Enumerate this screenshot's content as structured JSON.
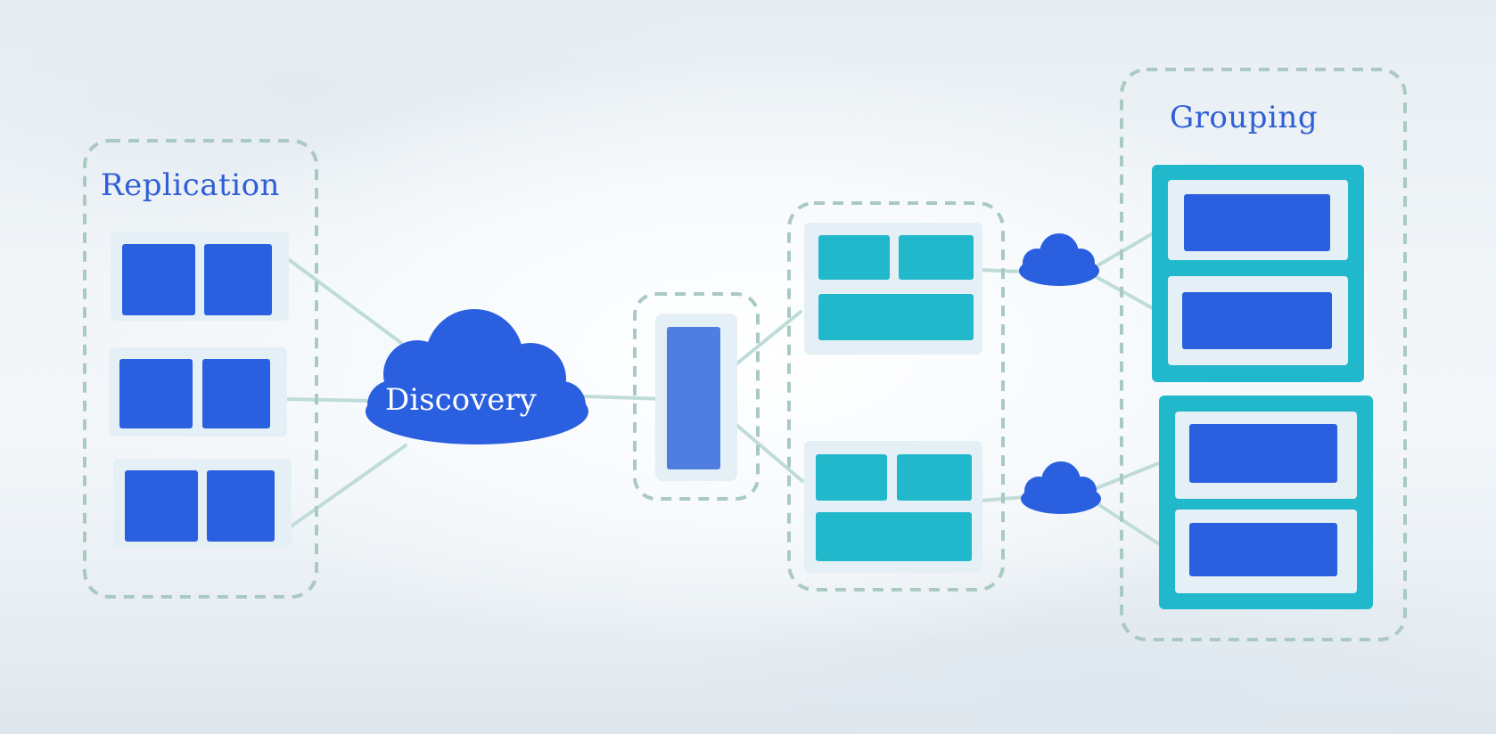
{
  "labels": {
    "replication": "Replication",
    "discovery": "Discovery",
    "grouping": "Grouping"
  },
  "colors": {
    "blue": "#2a5fe0",
    "teal": "#22b8cc",
    "connector": "#bfdcd8",
    "dashed_border": "#a9c9c2",
    "panel": "#e4f0f5",
    "label": "#2f5fd6"
  },
  "icons": [
    "discovery-cloud-icon",
    "small-cloud-icon"
  ]
}
